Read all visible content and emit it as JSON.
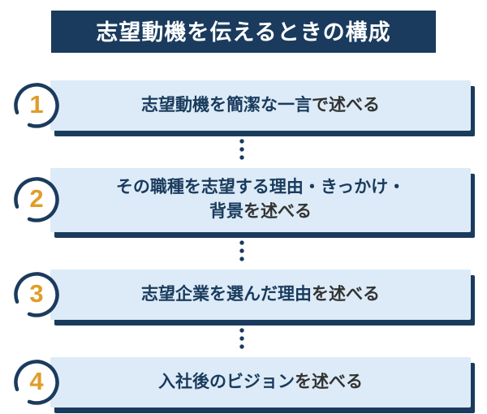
{
  "header": {
    "title": "志望動機を伝えるときの構成"
  },
  "colors": {
    "navy": "#1a3b5d",
    "lightblue": "#dcebf7",
    "orange": "#df9d28",
    "textdark": "#333333"
  },
  "steps": [
    {
      "number": "1",
      "highlight": "志望動機を簡潔な一言",
      "rest": "で述べる"
    },
    {
      "number": "2",
      "highlight": "その職種を志望する理由・きっかけ・\n背景",
      "rest": "を述べる"
    },
    {
      "number": "3",
      "highlight": "志望企業を選んだ理由",
      "rest": "を述べる"
    },
    {
      "number": "4",
      "highlight": "入社後のビジョン",
      "rest": "を述べる"
    }
  ]
}
